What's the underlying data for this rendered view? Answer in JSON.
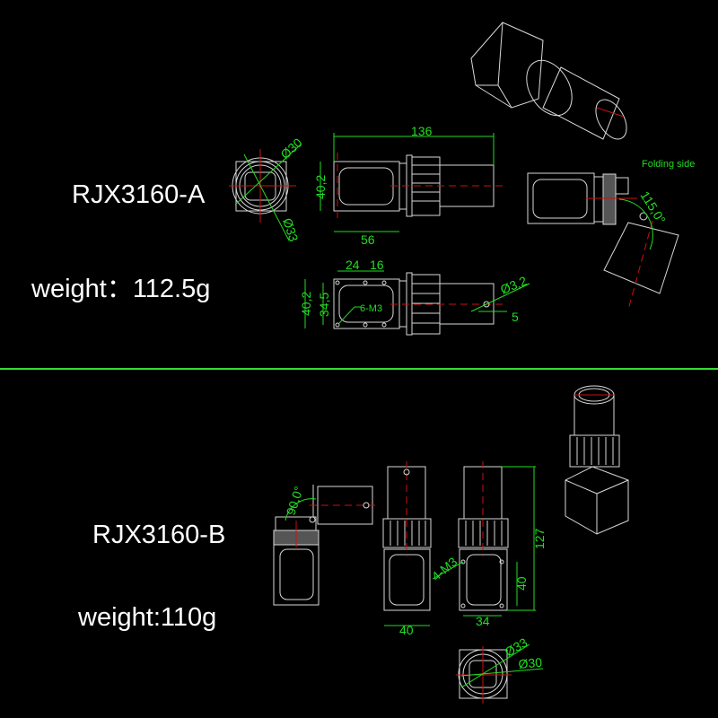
{
  "colors": {
    "background": "#000000",
    "outline": "#d8d8d8",
    "dimension": "#22dd22",
    "centerline": "#cc1111",
    "divider": "#33dd33"
  },
  "section_a": {
    "title": "RJX3160-A",
    "weight": "weight：112.5g",
    "end_view": {
      "dia_inner": "Ø30",
      "dia_outer": "Ø33"
    },
    "side_view": {
      "length": "136",
      "height": "40,2",
      "body_length": "56"
    },
    "bottom_view": {
      "hole_spacing_1": "24",
      "hole_spacing_2": "16",
      "height": "40,2",
      "hole_height": "34,5",
      "holes": "6-M3",
      "pin_dia": "Ø3,2",
      "pin_offset": "5"
    },
    "folding_view": {
      "label": "Folding side",
      "angle": "115,0°"
    }
  },
  "section_b": {
    "title": "RJX3160-B",
    "weight": "weight:110g",
    "folded_view": {
      "angle": "90,0°"
    },
    "front_view": {
      "width": "40"
    },
    "front_view_2": {
      "total_height": "127",
      "hole_height": "40",
      "hole_width": "34",
      "holes": "4-M3"
    },
    "end_view": {
      "dia_outer": "Ø33",
      "dia_inner": "Ø30"
    }
  }
}
